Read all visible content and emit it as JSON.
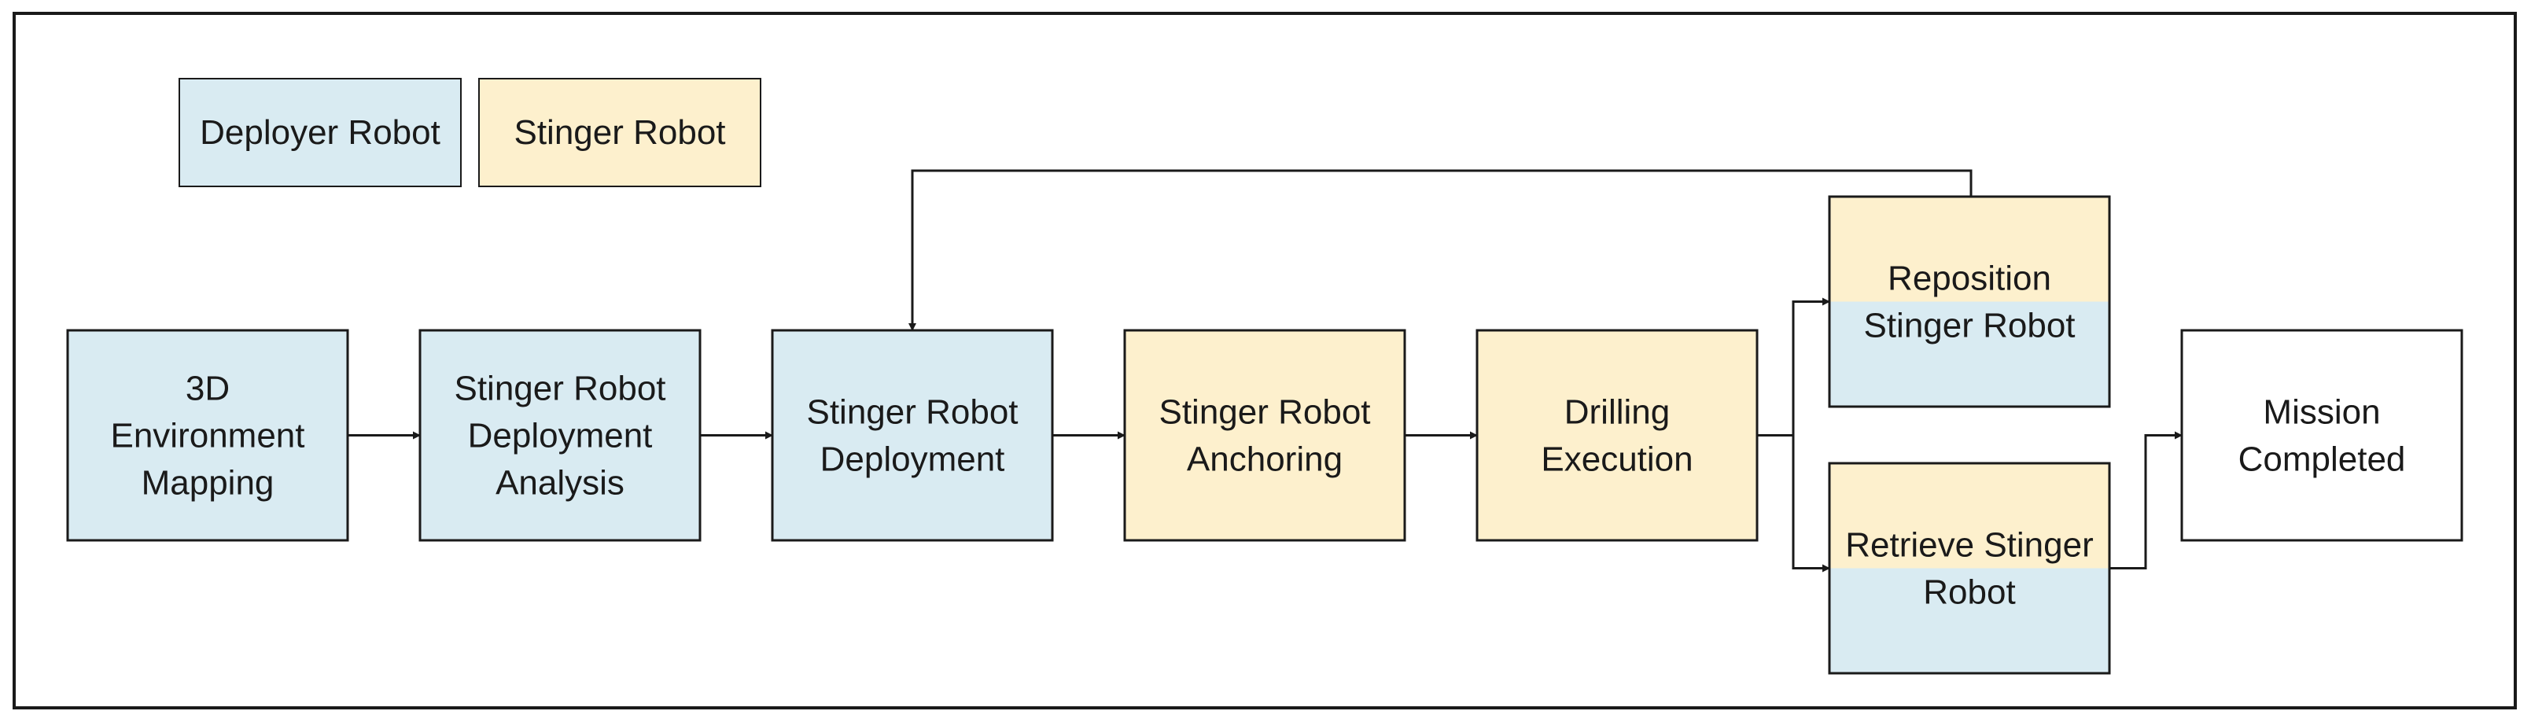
{
  "colors": {
    "deployer": "#d9ebf2",
    "stinger": "#fdf0cd",
    "plain": "#ffffff",
    "stroke": "#1a1a1a",
    "text": "#1a1a1a"
  },
  "legend": {
    "deployer_label": "Deployer Robot",
    "stinger_label": "Stinger Robot"
  },
  "nodes": {
    "mapping": {
      "lines": [
        "3D",
        "Environment",
        "Mapping"
      ],
      "role": "deployer"
    },
    "analysis": {
      "lines": [
        "Stinger Robot",
        "Deployment",
        "Analysis"
      ],
      "role": "deployer"
    },
    "deployment": {
      "lines": [
        "Stinger Robot",
        "Deployment"
      ],
      "role": "deployer"
    },
    "anchoring": {
      "lines": [
        "Stinger Robot",
        "Anchoring"
      ],
      "role": "stinger"
    },
    "drilling": {
      "lines": [
        "Drilling",
        "Execution"
      ],
      "role": "stinger"
    },
    "reposition": {
      "lines": [
        "Reposition",
        "Stinger Robot"
      ],
      "role": "split"
    },
    "retrieve": {
      "lines": [
        "Retrieve Stinger",
        "Robot"
      ],
      "role": "split"
    },
    "completed": {
      "lines": [
        "Mission",
        "Completed"
      ],
      "role": "plain"
    }
  },
  "edges": [
    [
      "mapping",
      "analysis"
    ],
    [
      "analysis",
      "deployment"
    ],
    [
      "deployment",
      "anchoring"
    ],
    [
      "anchoring",
      "drilling"
    ],
    [
      "drilling",
      "reposition"
    ],
    [
      "drilling",
      "retrieve"
    ],
    [
      "retrieve",
      "completed"
    ],
    [
      "reposition",
      "deployment"
    ]
  ]
}
